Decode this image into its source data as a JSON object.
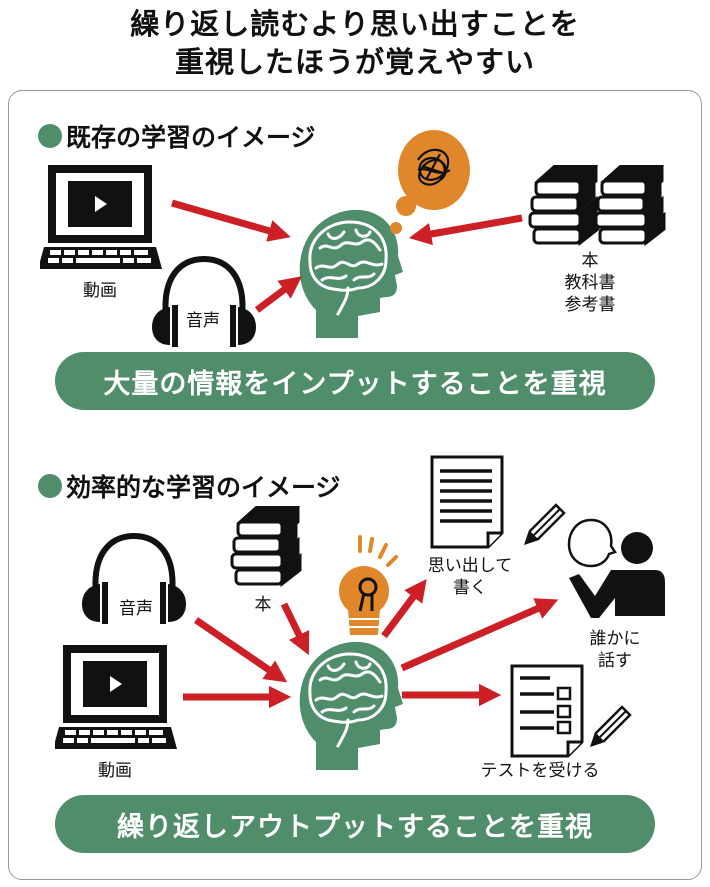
{
  "title": {
    "line1": "繰り返し読むより思い出すことを",
    "line2": "重視したほうが覚えやすい"
  },
  "section_existing": {
    "heading": "既存の学習のイメージ",
    "video_label": "動画",
    "audio_label": "音声",
    "books_labels": [
      "本",
      "教科書",
      "参考書"
    ],
    "banner": "大量の情報をインプットすることを重視"
  },
  "section_efficient": {
    "heading": "効率的な学習のイメージ",
    "audio_label": "音声",
    "book_label": "本",
    "video_label": "動画",
    "write_label": [
      "思い出して",
      "書く"
    ],
    "talk_label": [
      "誰かに",
      "話す"
    ],
    "test_label": "テストを受ける",
    "banner": "繰り返しアウトプットすることを重視"
  },
  "colors": {
    "green": "#4f8d6b",
    "red": "#cc1f26",
    "orange": "#e0872c"
  }
}
